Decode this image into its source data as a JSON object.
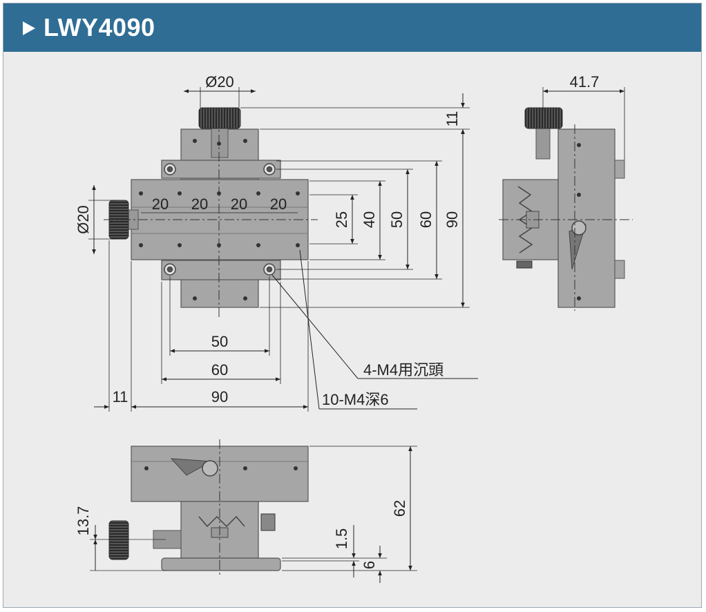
{
  "header": {
    "title": "LWY4090",
    "bg_color": "#2f6d94",
    "arrow_icon": "play-triangle-icon"
  },
  "drawing": {
    "top_view": {
      "knob_diameter": "Ø20",
      "dim_11_top": "11",
      "dim_90_right": "90",
      "dim_60_right": "60",
      "dim_50_right": "50",
      "dim_40_right": "40",
      "dim_25_right": "25",
      "knob_diameter_left": "Ø20",
      "hole_pitch": [
        "20",
        "20",
        "20",
        "20"
      ],
      "dim_50_bottom": "50",
      "dim_60_bottom": "60",
      "dim_11_bottom": "11",
      "dim_90_bottom": "90",
      "callout_counterbore": "4-M4用沉頭",
      "callout_tapped": "10-M4深6"
    },
    "side_view": {
      "dim_41_7": "41.7"
    },
    "front_view": {
      "dim_62": "62",
      "dim_13_7": "13.7",
      "dim_1_5": "1.5",
      "dim_6": "6"
    }
  }
}
